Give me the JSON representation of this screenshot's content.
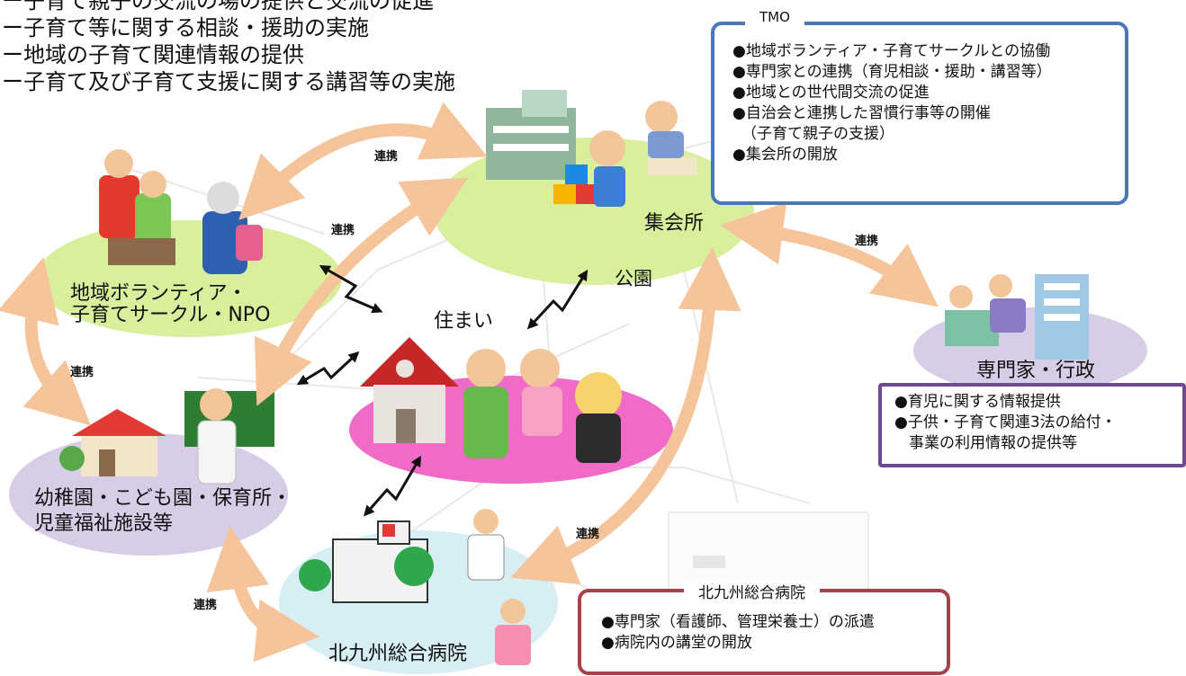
{
  "intro_lines": [
    "ー子育て親子の交流の場の提供と交流の促進",
    "ー子育て等に関する相談・援助の実施",
    "ー地域の子育て関連情報の提供",
    "ー子育て及び子育て支援に関する講習等の実施"
  ],
  "tmo_box": {
    "title": "TMO",
    "items": [
      "●地域ボランティア・子育てサークルとの協働",
      "●専門家との連携（育児相談・援助・講習等）",
      "●地域との世代間交流の促進",
      "●自治会と連携した習慣行事等の開催",
      "（子育て親子の支援）",
      "●集会所の開放"
    ]
  },
  "gov_box": {
    "items": [
      "●育児に関する情報提供",
      "●子供・子育て関連3法の給付・",
      "事業の利用情報の提供等"
    ]
  },
  "hospital_box": {
    "title": "北九州総合病院",
    "items": [
      "●専門家（看護師、管理栄養士）の派遣",
      "●病院内の講堂の開放"
    ]
  },
  "nodes": {
    "volunteer": [
      "地域ボランティア・",
      "子育てサークル・NPO"
    ],
    "hall": "集会所",
    "park": "公園",
    "home": "住まい",
    "expert": "専門家・行政",
    "kinder": [
      "幼稚園・こども園・保育所・",
      "児童福祉施設等"
    ],
    "hospital": "北九州総合病院"
  },
  "relation_label": "連携",
  "colors": {
    "tmo_border": "#4a78b6",
    "gov_border": "#6f4a8e",
    "hospital_border": "#a5434a",
    "arrow": "#f6c49a",
    "green_ellipse": "#d8ef9c",
    "lavender_ellipse": "#d7cde6",
    "pink_ellipse": "#f06bc8",
    "light_blue_ellipse": "#d6eef4"
  }
}
